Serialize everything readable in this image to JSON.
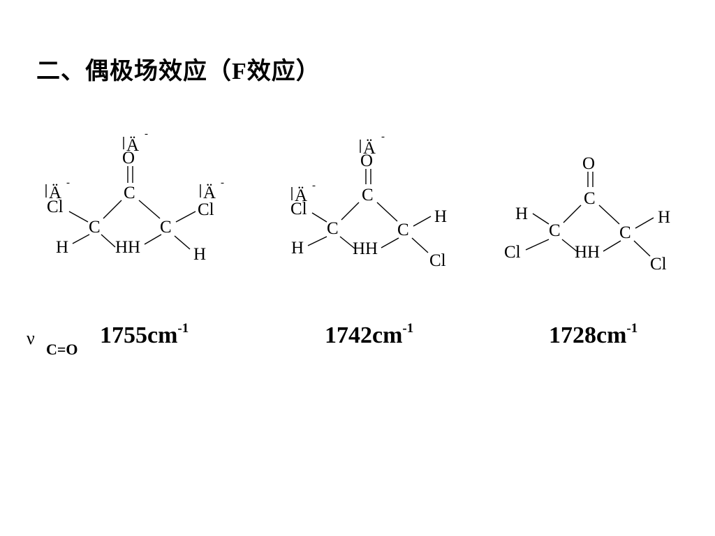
{
  "title": "二、偶极场效应（F效应）",
  "nu_symbol": "ν",
  "nu_subscript": "C=O",
  "frequencies": [
    {
      "value": "1755cm",
      "exp": "-1"
    },
    {
      "value": "1742cm",
      "exp": "-1"
    },
    {
      "value": "1728cm",
      "exp": "-1"
    }
  ],
  "atoms": {
    "O": "O",
    "C": "C",
    "Cl": "Cl",
    "H": "H",
    "HH": "HH",
    "charge_symbol": "Ä",
    "minus": "-"
  }
}
